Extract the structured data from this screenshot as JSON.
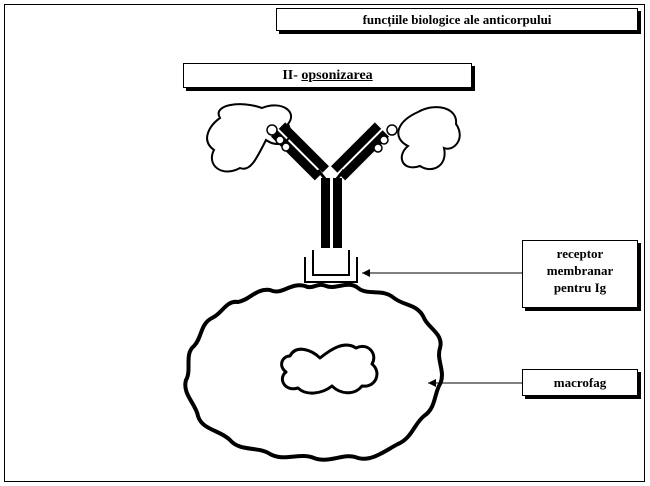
{
  "header": {
    "title": "funcțiile biologice ale anticorpului"
  },
  "subtitle": {
    "prefix": "II- ",
    "term": "opsonizarea"
  },
  "labels": {
    "receptor_line1": "receptor",
    "receptor_line2": "membranar",
    "receptor_line3": "pentru Ig",
    "macrophage": "macrofag"
  }
}
